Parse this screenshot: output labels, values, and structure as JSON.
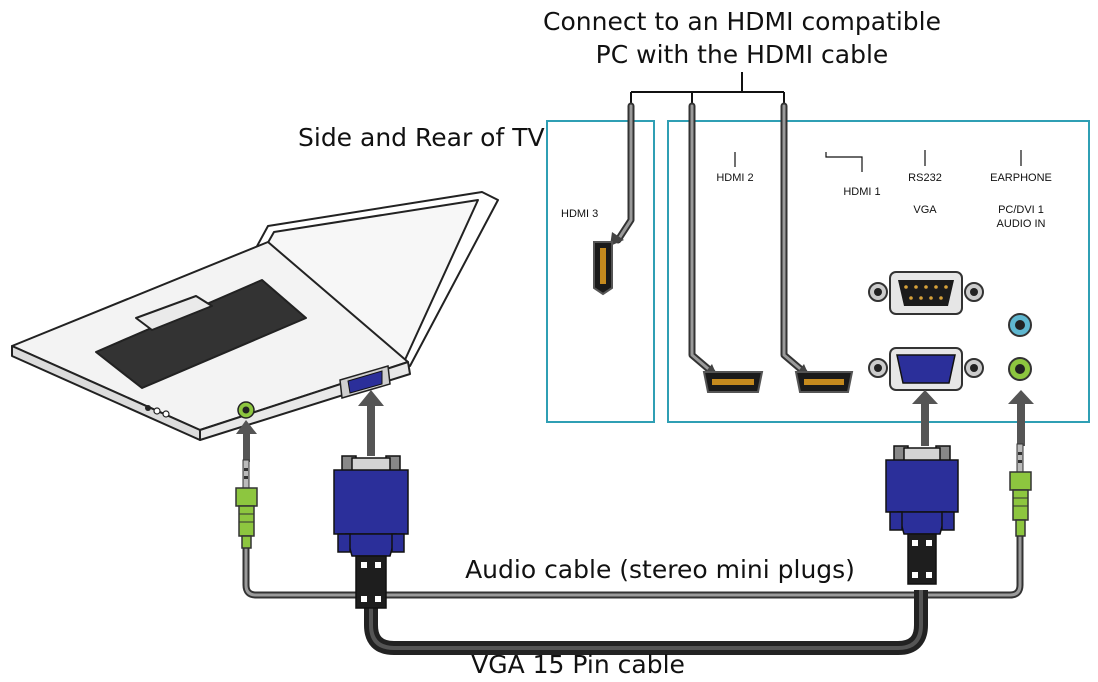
{
  "labels": {
    "hdmi_instruction_line1": "Connect to an HDMI compatible",
    "hdmi_instruction_line2": "PC with the HDMI cable",
    "tv_side_rear": "Side and Rear of TV",
    "audio_cable": "Audio cable (stereo mini plugs)",
    "vga_cable": "VGA 15 Pin cable"
  },
  "ports": {
    "hdmi3": "HDMI 3",
    "hdmi2": "HDMI 2",
    "hdmi1": "HDMI 1",
    "rs232": "RS232",
    "vga": "VGA",
    "earphone": "EARPHONE",
    "pc_dvi_audio_line1": "PC/DVI 1",
    "pc_dvi_audio_line2": "AUDIO IN"
  },
  "colors": {
    "panel_border": "#2f9fb4",
    "vga_blue": "#2b2f9a",
    "audio_green": "#8dc63f",
    "earphone_blue": "#5fb7d0",
    "cable_dark": "#2a2a2a",
    "cable_gray": "#8a8a8a"
  }
}
